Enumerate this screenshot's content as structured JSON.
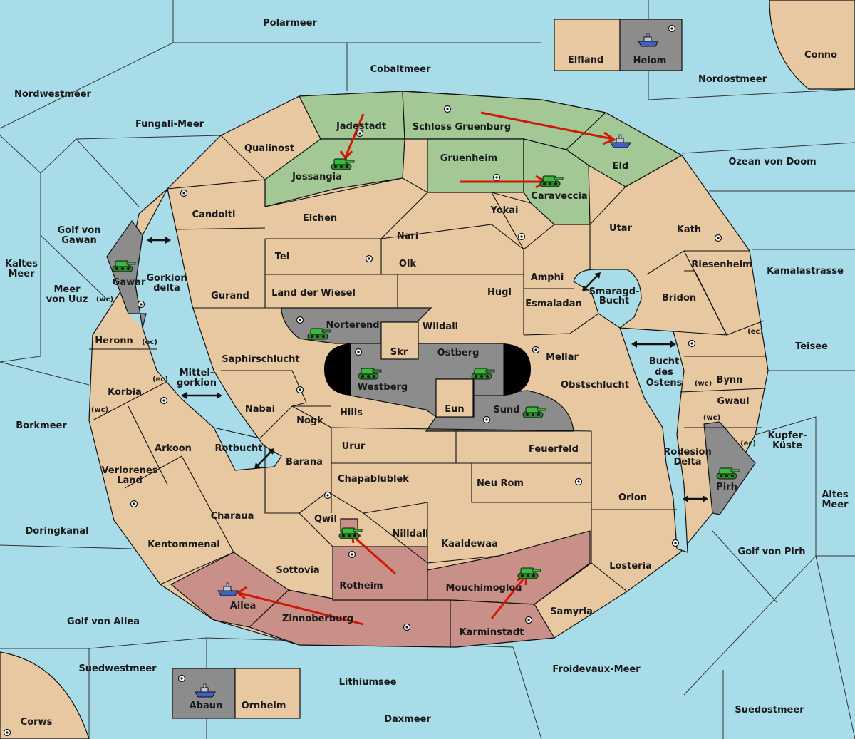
{
  "colors": {
    "sea": "#a8dce8",
    "land": "#e8c8a0",
    "green": "#a3c896",
    "red": "#c89088",
    "grey": "#8c8c8c",
    "arrow": "#d01808",
    "unit": "#3cb83c",
    "fleet": "#4060c0"
  },
  "seas": {
    "polarmeer": "Polarmeer",
    "cobaltmeer": "Cobaltmeer",
    "nordostmeer": "Nordostmeer",
    "nordwestmeer": "Nordwestmeer",
    "fungali": "Fungali-Meer",
    "ozean": "Ozean von Doom",
    "golf_gawan_1": "Golf von",
    "golf_gawan_2": "Gawan",
    "kaltes_1": "Kaltes",
    "kaltes_2": "Meer",
    "meer_uuz_1": "Meer",
    "meer_uuz_2": "von Uuz",
    "kamalastrasse": "Kamalastrasse",
    "smaragd_1": "Smaragd-",
    "smaragd_2": "Bucht",
    "teisee": "Teisee",
    "bucht_1": "Bucht",
    "bucht_2": "des",
    "bucht_3": "Ostens",
    "mittel_1": "Mittel-",
    "mittel_2": "gorkion",
    "borkmeer": "Borkmeer",
    "rotbucht": "Rotbucht",
    "kupfer_1": "Kupfer-",
    "kupfer_2": "Küste",
    "altes_1": "Altes",
    "altes_2": "Meer",
    "doringkanal": "Doringkanal",
    "golf_pirh": "Golf von Pirh",
    "golf_ailea": "Golf von Ailea",
    "suedwestmeer": "Suedwestmeer",
    "lithiumsee": "Lithiumsee",
    "froidevaux": "Froidevaux-Meer",
    "daxmeer": "Daxmeer",
    "suedostmeer": "Suedostmeer"
  },
  "lands": {
    "conno": "Conno",
    "corws": "Corws",
    "elfland": "Elfland",
    "helom": "Helom",
    "abaun": "Abaun",
    "ornheim": "Ornheim",
    "jadestadt": "Jadestadt",
    "schloss": "Schloss Gruenburg",
    "qualinost": "Qualinost",
    "eld": "Eld",
    "jossangia": "Jossangia",
    "gruenheim": "Gruenheim",
    "caraveccia": "Caraveccia",
    "candolti": "Candolti",
    "elchen": "Elchen",
    "yokai": "Yokai",
    "utar": "Utar",
    "kath": "Kath",
    "nari": "Nari",
    "tel": "Tel",
    "olk": "Olk",
    "gawar": "Gawar",
    "gorkion_1": "Gorkion",
    "gorkion_2": "delta",
    "gurand": "Gurand",
    "land_wiesel": "Land der Wiesel",
    "hugl": "Hugl",
    "amphi": "Amphi",
    "riesenheim": "Riesenheim",
    "bridon": "Bridon",
    "esmaladan": "Esmaladan",
    "norterend": "Norterend",
    "wildall": "Wildall",
    "heronn": "Heronn",
    "skr": "Skr",
    "ostberg": "Ostberg",
    "mellar": "Mellar",
    "saphirschlucht": "Saphirschlucht",
    "westberg": "Westberg",
    "obstschlucht": "Obstschlucht",
    "bynn": "Bynn",
    "korbia": "Korbia",
    "nabai": "Nabai",
    "hills": "Hills",
    "eun": "Eun",
    "sund": "Sund",
    "gwaul": "Gwaul",
    "nogk": "Nogk",
    "arkoon": "Arkoon",
    "urur": "Urur",
    "feuerfeld": "Feuerfeld",
    "rodesion_1": "Rodesion",
    "rodesion_2": "Delta",
    "verlorenes_1": "Verlorenes",
    "verlorenes_2": "Land",
    "barana": "Barana",
    "chapablublek": "Chapablublek",
    "neu_rom": "Neu Rom",
    "pirh": "Pirh",
    "orlon": "Orlon",
    "charaua": "Charaua",
    "qwil": "Qwil",
    "nilldall": "Nilldall",
    "kentommenai": "Kentommenai",
    "kaaldewaa": "Kaaldewaa",
    "sottovia": "Sottovia",
    "losteria": "Losteria",
    "rotheim": "Rotheim",
    "mouchimoglou": "Mouchimoglou",
    "ailea": "Ailea",
    "samyria": "Samyria",
    "zinnoberburg": "Zinnoberburg",
    "karminstadt": "Karminstadt"
  },
  "coast_tags": {
    "wc": "(wc)",
    "ec": "(ec)"
  }
}
